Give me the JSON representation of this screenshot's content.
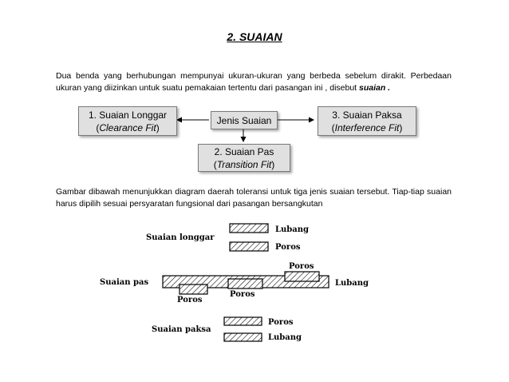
{
  "title": "2. SUAIAN",
  "intro": {
    "text": "Dua benda yang berhubungan mempunyai ukuran-ukuran yang berbeda sebelum dirakit. Perbedaan ukuran yang diizinkan untuk suatu pemakaian tertentu dari pasangan ini , disebut ",
    "emphasis": "suaian ."
  },
  "flow": {
    "center": "Jenis Suaian",
    "left": {
      "label": "1. Suaian Longgar",
      "sub": "Clearance Fit"
    },
    "right": {
      "label": "3. Suaian Paksa",
      "sub": "Interference Fit"
    },
    "bottom": {
      "label": "2. Suaian Pas",
      "sub": "Transition Fit"
    }
  },
  "description": "Gambar dibawah menunjukkan diagram daerah toleransi untuk tiga jenis suaian tersebut. Tiap-tiap suaian harus dipilih sesuai persyaratan fungsional dari pasangan bersangkutan",
  "diagram": {
    "longgar": {
      "label": "Suaian longgar",
      "top": "Lubang",
      "bottom": "Poros"
    },
    "pas": {
      "label": "Suaian pas",
      "poros_top": "Poros",
      "lubang": "Lubang",
      "poros_left": "Poros",
      "poros_mid": "Poros"
    },
    "paksa": {
      "label": "Suaian paksa",
      "top": "Poros",
      "bottom": "Lubang"
    }
  }
}
